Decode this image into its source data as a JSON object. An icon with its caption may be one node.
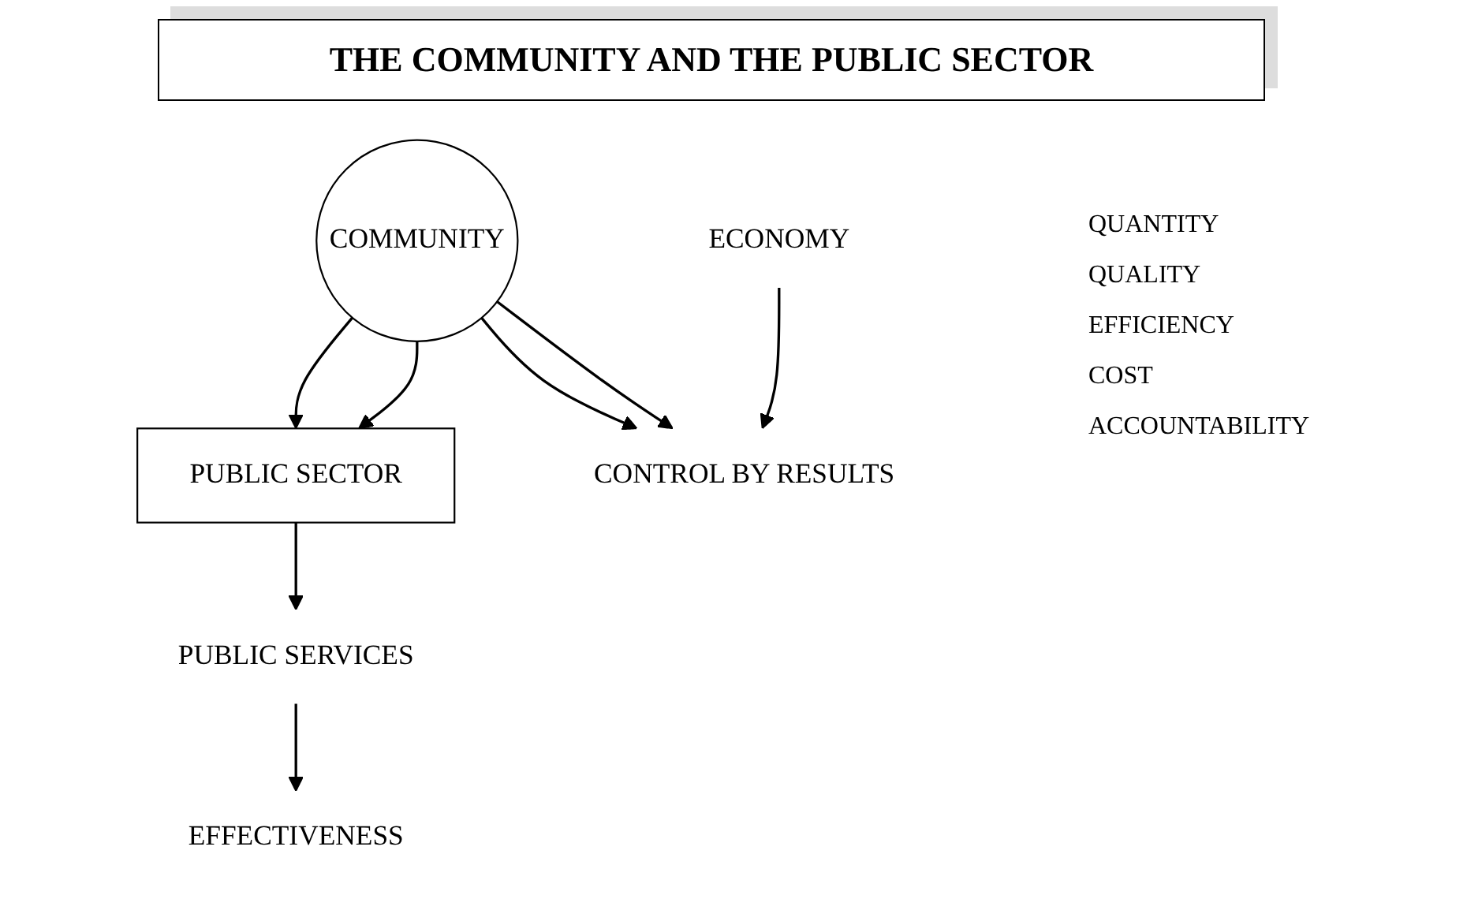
{
  "diagram": {
    "title": "THE COMMUNITY AND THE PUBLIC SECTOR",
    "nodes": [
      {
        "text": [
          "PUBLIC SECTOR"
        ]
      },
      {
        "text": [
          "PUBLIC SERVICES"
        ]
      },
      {
        "text": [
          "COMMUNITY"
        ]
      },
      {
        "text": [
          "EFFECTIVENESS"
        ]
      },
      {
        "text": [
          "ECONOMY"
        ]
      },
      {
        "text": [
          "CONTROL BY RESULTS"
        ]
      }
    ],
    "edges": [
      {
        "from": 2,
        "to": 0,
        "arrow": "to"
      },
      {
        "from": 2,
        "to": 0,
        "arrow": "to"
      },
      {
        "from": 0,
        "to": 1,
        "arrow": "to"
      },
      {
        "from": 1,
        "to": 3,
        "arrow": "to"
      },
      {
        "from": 2,
        "to": 5,
        "arrow": "to"
      },
      {
        "from": 2,
        "to": 5,
        "arrow": "to"
      },
      {
        "from": 4,
        "to": 5,
        "arrow": "to"
      }
    ],
    "labels": [
      "QUANTITY",
      "QUALITY",
      "EFFICIENCY",
      "COST",
      "ACCOUNTABILITY"
    ]
  }
}
